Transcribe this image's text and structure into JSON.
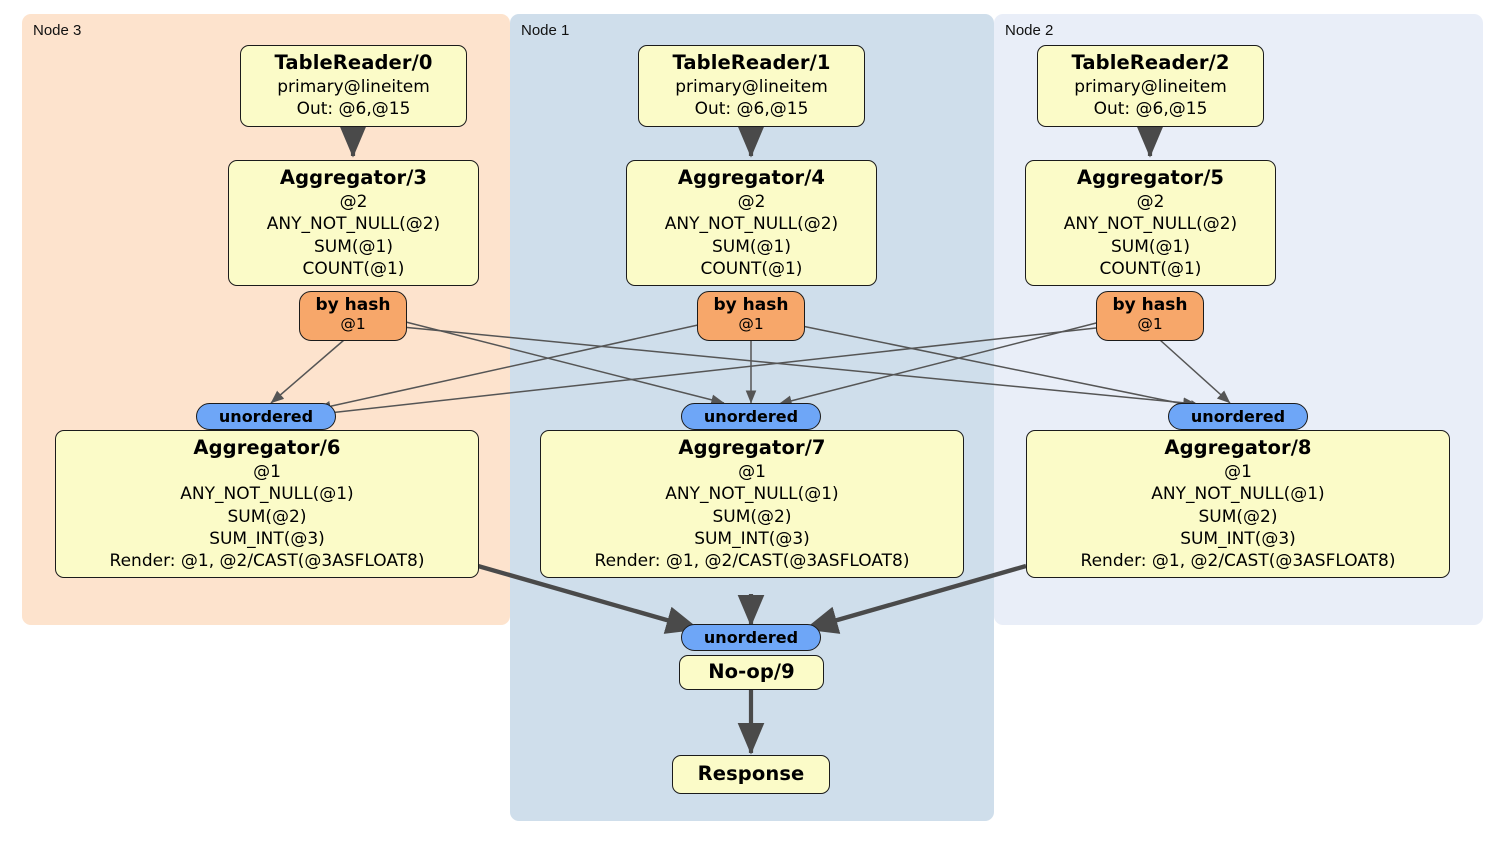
{
  "diagram": {
    "kind": "distributed-query-plan",
    "panels": [
      {
        "id": "node3",
        "label": "Node 3",
        "color": "#fde3cd"
      },
      {
        "id": "node1",
        "label": "Node 1",
        "color": "#cfdeeb"
      },
      {
        "id": "node2",
        "label": "Node 2",
        "color": "#e9eef8"
      }
    ],
    "colors": {
      "processor_fill": "#fbfbc8",
      "processor_stroke": "#1b1b1b",
      "hash_router_fill": "#f7a76a",
      "unordered_fill": "#6ea6f7",
      "edge_thin": "#555555",
      "edge_thick": "#4a4a4a",
      "node3_panel": "#fde3cd",
      "node1_panel": "#cfdeeb",
      "node2_panel": "#e9eef8"
    },
    "processors": [
      {
        "id": "tablereader0",
        "title": "TableReader/0",
        "rows": [
          "primary@lineitem",
          "Out: @6,@15"
        ],
        "panel": "node3"
      },
      {
        "id": "tablereader1",
        "title": "TableReader/1",
        "rows": [
          "primary@lineitem",
          "Out: @6,@15"
        ],
        "panel": "node1"
      },
      {
        "id": "tablereader2",
        "title": "TableReader/2",
        "rows": [
          "primary@lineitem",
          "Out: @6,@15"
        ],
        "panel": "node2"
      },
      {
        "id": "aggregator3",
        "title": "Aggregator/3",
        "rows": [
          "@2",
          "ANY_NOT_NULL(@2)",
          "SUM(@1)",
          "COUNT(@1)"
        ],
        "panel": "node3"
      },
      {
        "id": "aggregator4",
        "title": "Aggregator/4",
        "rows": [
          "@2",
          "ANY_NOT_NULL(@2)",
          "SUM(@1)",
          "COUNT(@1)"
        ],
        "panel": "node1"
      },
      {
        "id": "aggregator5",
        "title": "Aggregator/5",
        "rows": [
          "@2",
          "ANY_NOT_NULL(@2)",
          "SUM(@1)",
          "COUNT(@1)"
        ],
        "panel": "node2"
      },
      {
        "id": "aggregator6",
        "title": "Aggregator/6",
        "rows": [
          "@1",
          "ANY_NOT_NULL(@1)",
          "SUM(@2)",
          "SUM_INT(@3)",
          "Render: @1, @2/CAST(@3ASFLOAT8)"
        ],
        "panel": "node3"
      },
      {
        "id": "aggregator7",
        "title": "Aggregator/7",
        "rows": [
          "@1",
          "ANY_NOT_NULL(@1)",
          "SUM(@2)",
          "SUM_INT(@3)",
          "Render: @1, @2/CAST(@3ASFLOAT8)"
        ],
        "panel": "node1"
      },
      {
        "id": "aggregator8",
        "title": "Aggregator/8",
        "rows": [
          "@1",
          "ANY_NOT_NULL(@1)",
          "SUM(@2)",
          "SUM_INT(@3)",
          "Render: @1, @2/CAST(@3ASFLOAT8)"
        ],
        "panel": "node2"
      },
      {
        "id": "noop9",
        "title": "No-op/9",
        "rows": [],
        "panel": "node1"
      },
      {
        "id": "response",
        "title": "Response",
        "rows": [],
        "panel": "node1"
      }
    ],
    "routers": [
      {
        "id": "hash3",
        "label": "by hash",
        "sublabel": "@1",
        "panel": "node3"
      },
      {
        "id": "hash4",
        "label": "by hash",
        "sublabel": "@1",
        "panel": "node1"
      },
      {
        "id": "hash5",
        "label": "by hash",
        "sublabel": "@1",
        "panel": "node2"
      }
    ],
    "streams": [
      {
        "id": "unordered6",
        "label": "unordered",
        "panel": "node3"
      },
      {
        "id": "unordered7",
        "label": "unordered",
        "panel": "node1"
      },
      {
        "id": "unordered8",
        "label": "unordered",
        "panel": "node2"
      },
      {
        "id": "unordered9",
        "label": "unordered",
        "panel": "node1"
      }
    ]
  }
}
